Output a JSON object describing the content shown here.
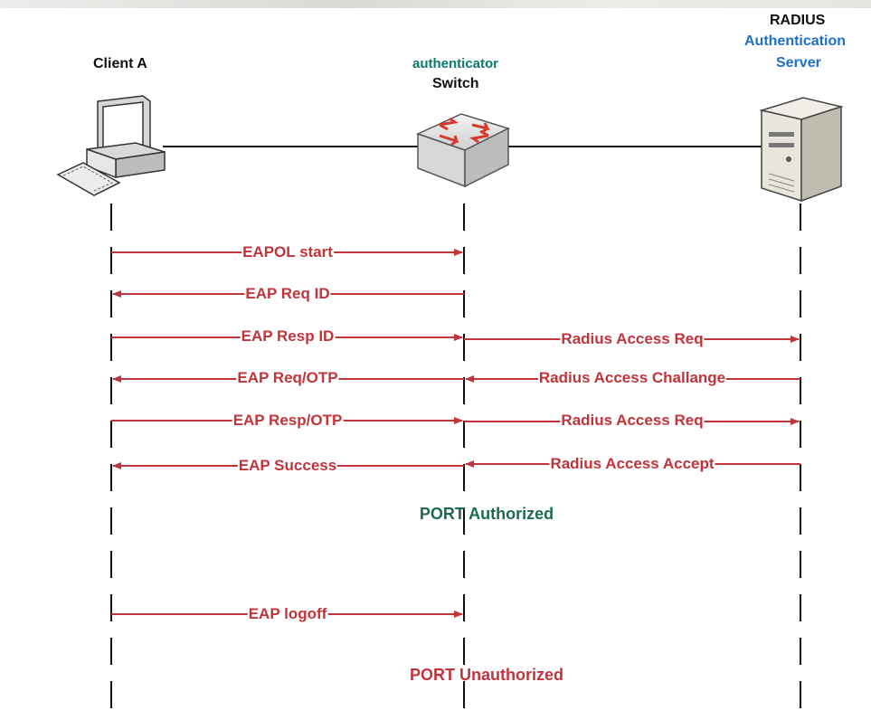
{
  "nodes": {
    "client": {
      "label": "Client A"
    },
    "switch": {
      "role": "authenticator",
      "label": "Switch"
    },
    "server": {
      "line1": "RADIUS",
      "line2": "Authentication",
      "line3": "Server"
    }
  },
  "messages": [
    {
      "label": "EAPOL start",
      "from": "client",
      "to": "switch"
    },
    {
      "label": "EAP Req ID",
      "from": "switch",
      "to": "client"
    },
    {
      "label": "EAP Resp ID",
      "from": "client",
      "to": "switch"
    },
    {
      "label": "Radius Access Req",
      "from": "switch",
      "to": "server"
    },
    {
      "label": "EAP Req/OTP",
      "from": "switch",
      "to": "client"
    },
    {
      "label": "Radius Access Challange",
      "from": "server",
      "to": "switch"
    },
    {
      "label": "EAP Resp/OTP",
      "from": "client",
      "to": "switch"
    },
    {
      "label": "Radius Access Req",
      "from": "switch",
      "to": "server"
    },
    {
      "label": "EAP Success",
      "from": "switch",
      "to": "client"
    },
    {
      "label": "Radius Access Accept",
      "from": "server",
      "to": "switch"
    },
    {
      "label": "EAP logoff",
      "from": "client",
      "to": "switch"
    }
  ],
  "states": [
    {
      "label": "PORT Authorized",
      "color": "#1d6b4f"
    },
    {
      "label": "PORT Unauthorized",
      "color": "#c0353b"
    }
  ],
  "colors": {
    "arrow": "#c0353b",
    "lifeline": "#111111",
    "link": "#111111"
  }
}
